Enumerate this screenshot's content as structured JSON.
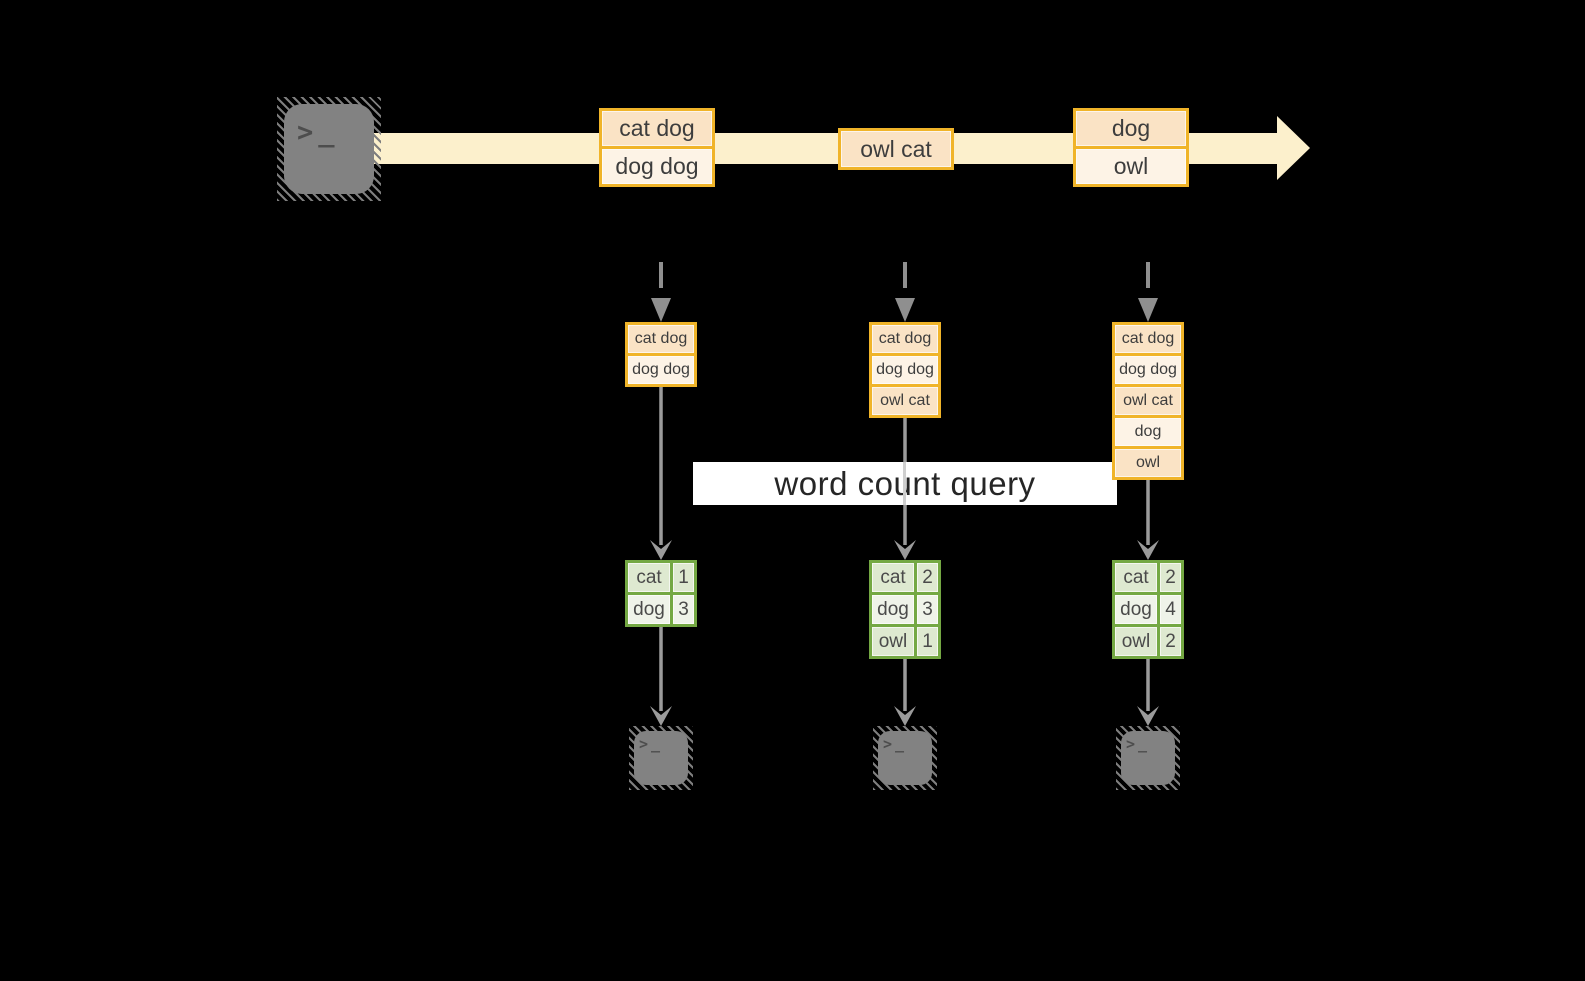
{
  "banner": {
    "label": "word count query"
  },
  "stream": {
    "source_icon": "terminal-icon",
    "terminal_glyph": ">_",
    "events": [
      {
        "cells": [
          "cat dog",
          "dog dog"
        ]
      },
      {
        "cells": [
          "owl cat"
        ]
      },
      {
        "cells": [
          "dog",
          "owl"
        ]
      }
    ]
  },
  "columns": [
    {
      "batch": {
        "cells": [
          "cat dog",
          "dog dog"
        ]
      },
      "counts": {
        "rows": [
          [
            "cat",
            "1"
          ],
          [
            "dog",
            "3"
          ]
        ]
      },
      "terminal_glyph": ">_"
    },
    {
      "batch": {
        "cells": [
          "cat dog",
          "dog dog",
          "owl cat"
        ]
      },
      "counts": {
        "rows": [
          [
            "cat",
            "2"
          ],
          [
            "dog",
            "3"
          ],
          [
            "owl",
            "1"
          ]
        ]
      },
      "terminal_glyph": ">_"
    },
    {
      "batch": {
        "cells": [
          "cat dog",
          "dog dog",
          "owl cat",
          "dog",
          "owl"
        ]
      },
      "counts": {
        "rows": [
          [
            "cat",
            "2"
          ],
          [
            "dog",
            "4"
          ],
          [
            "owl",
            "2"
          ]
        ]
      },
      "terminal_glyph": ">_"
    }
  ],
  "colors": {
    "background": "#000000",
    "stream_band": "#FCF0CC",
    "event_border": "#F0B429",
    "event_cell_dark": "#FAE3C5",
    "event_cell_light": "#FDF3E6",
    "table_border": "#74A843",
    "table_cell_dark": "#DEE9D0",
    "table_cell_light": "#EFF3E9",
    "arrow_gray": "#9B9B9B",
    "terminal_gray": "#828282",
    "banner_bg": "#FFFFFF"
  }
}
